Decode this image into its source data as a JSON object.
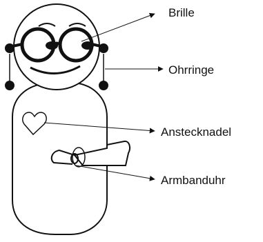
{
  "labels": {
    "glasses": "Brille",
    "earrings": "Ohrringe",
    "brooch": "Anstecknadel",
    "watch": "Armbanduhr"
  }
}
